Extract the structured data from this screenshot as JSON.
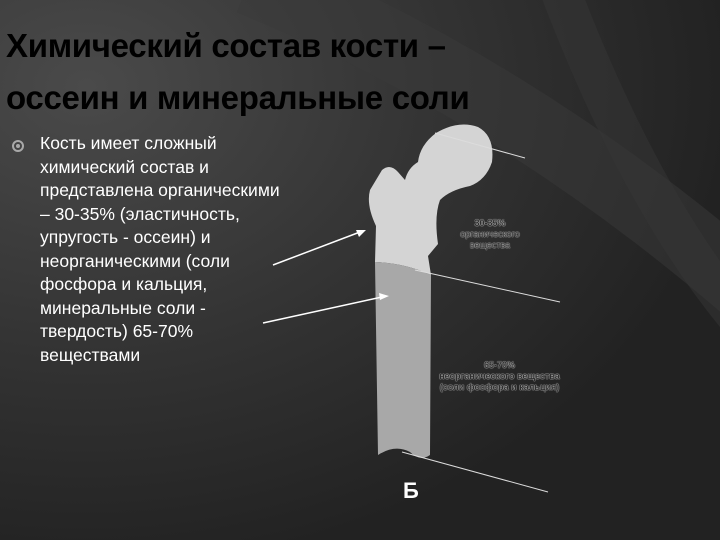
{
  "slide": {
    "title_line1": "Химический состав кости –",
    "title_line2": "оссеин и минеральные соли",
    "body_text": "Кость имеет сложный химический состав и представлена органическими – 30-35% (эластичность, упругость - оссеин) и неорганическими (соли фосфора и кальция, минеральные соли - твердость) 65-70% веществами"
  },
  "figure": {
    "organic_label_1": "30-35%",
    "organic_label_2": "органического",
    "organic_label_3": "вещества",
    "inorganic_label_1": "65-70%",
    "inorganic_label_2": "неорганического вещества",
    "inorganic_label_3": "(соли фосфора и кальция)",
    "panel_letter": "Б"
  },
  "colors": {
    "background": "#2b2b2b",
    "title": "#000000",
    "text": "#ffffff",
    "bone_upper": "#d4d4d4",
    "bone_lower": "#a8a8a8"
  }
}
